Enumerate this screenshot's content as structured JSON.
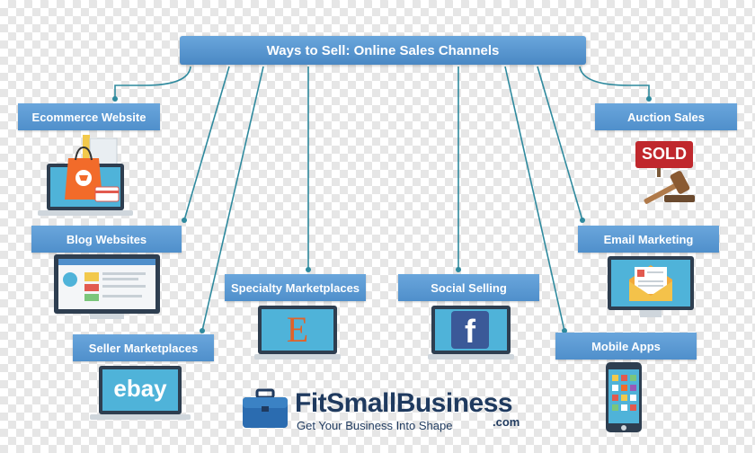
{
  "title": "Ways to Sell: Online Sales Channels",
  "channels": {
    "ecommerce": "Ecommerce Website",
    "blog": "Blog Websites",
    "seller": "Seller Marketplaces",
    "specialty": "Specialty Marketplaces",
    "social": "Social Selling",
    "auction": "Auction Sales",
    "email": "Email Marketing",
    "mobile": "Mobile Apps"
  },
  "screen_text": {
    "ebay": "ebay",
    "etsy_letter": "E",
    "facebook_letter": "f",
    "sold_sign": "SOLD"
  },
  "brand": {
    "name": "FitSmallBusiness",
    "tagline": "Get Your Business Into Shape",
    "domain": ".com"
  },
  "colors": {
    "label_blue": "#5b9bd5",
    "connector": "#2f8a9e",
    "brand_navy": "#1f3a5f",
    "sold_red": "#c0282d"
  }
}
